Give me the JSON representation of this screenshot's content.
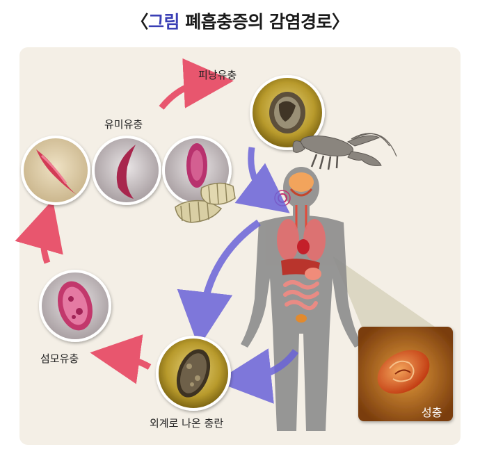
{
  "title": {
    "bracket_open": "〈",
    "accent": "그림",
    "main": " 폐흡충증의 감염경로",
    "bracket_close": "〉"
  },
  "stages": {
    "metacercaria": "피낭유충",
    "cercaria": "유미유충",
    "sporocyst": "섬모유충",
    "egg": "외계로 나온 충란",
    "adult": "성충"
  },
  "colors": {
    "cycle_arrow": "#e8566e",
    "body_arrow": "#6a63d8",
    "title_accent": "#3a3fb5",
    "panel_bg": "#f4efe6",
    "silhouette": "#8c8c8c",
    "adult_box": "#b5651d"
  },
  "icons": [
    "crayfish-icon",
    "snail-icon",
    "human-body-icon"
  ]
}
